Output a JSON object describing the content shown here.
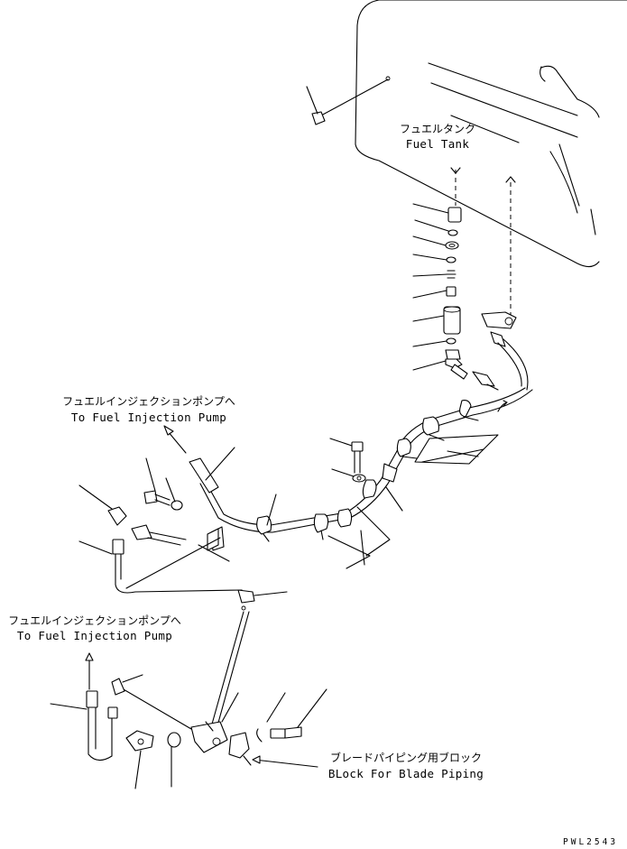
{
  "labels": {
    "fuel_tank_jp": "フュエルタンク",
    "fuel_tank_en": "Fuel Tank",
    "to_pump_1_jp": "フュエルインジェクションポンプへ",
    "to_pump_1_en": "To Fuel Injection Pump",
    "to_pump_2_jp": "フュエルインジェクションポンプへ",
    "to_pump_2_en": "To Fuel Injection Pump",
    "block_jp": "ブレードパイピング用ブロック",
    "block_en": "BLock For Blade Piping"
  },
  "drawing_code": "PWL2543"
}
